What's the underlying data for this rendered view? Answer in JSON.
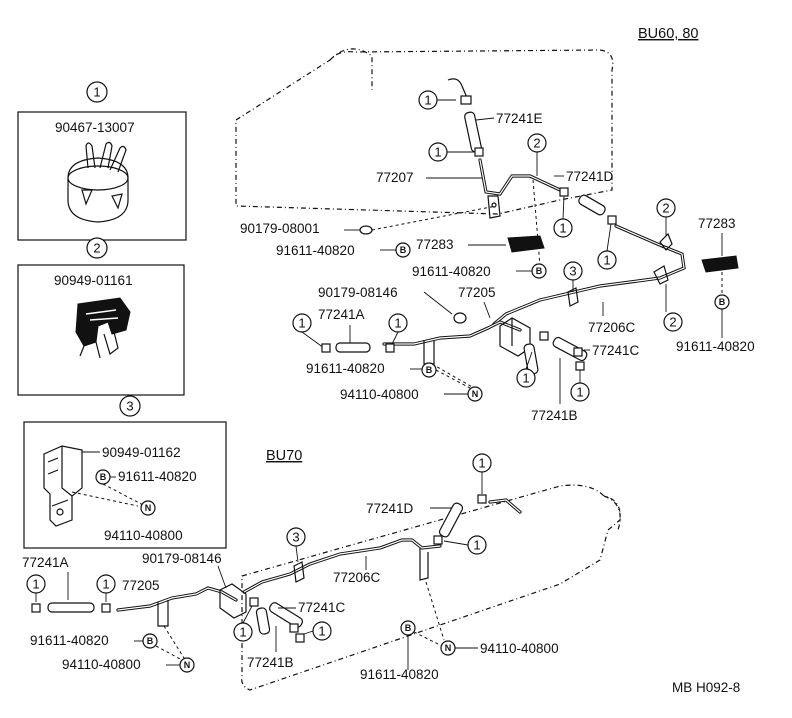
{
  "sections": {
    "upper": "BU60, 80",
    "lower": "BU70"
  },
  "legend": {
    "1": {
      "marker": "1",
      "part": "90467-13007"
    },
    "2": {
      "marker": "2",
      "part": "90949-01161"
    },
    "3": {
      "marker": "3",
      "part": "90949-01162",
      "bolt": "91611-40820",
      "nut": "94110-40800",
      "bolt_sym": "B",
      "nut_sym": "N"
    }
  },
  "upper_parts": {
    "p77241E": "77241E",
    "p77207": "77207",
    "p77241D": "77241D",
    "p90179_08001": "90179-08001",
    "p91611_a": "91611-40820",
    "p77283_a": "77283",
    "p91611_b": "91611-40820",
    "p77283_b": "77283",
    "p90179_08146": "90179-08146",
    "p77205": "77205",
    "p77241A": "77241A",
    "p77206C": "77206C",
    "p77241C": "77241C",
    "p91611_c": "91611-40820",
    "p91611_d": "91611-40820",
    "p94110": "94110-40800",
    "p77241B": "77241B"
  },
  "lower_parts": {
    "p77241D": "77241D",
    "p77241A": "77241A",
    "p90179_08146": "90179-08146",
    "p77205": "77205",
    "p77206C": "77206C",
    "p77241C": "77241C",
    "p91611_a": "91611-40820",
    "p94110_a": "94110-40800",
    "p94110_b": "94110-40800",
    "p91611_b": "91611-40820",
    "p77241B": "77241B"
  },
  "markers": {
    "one": "1",
    "two": "2",
    "three": "3",
    "bolt": "B",
    "nut": "N"
  },
  "footer_code": "MB H092-8"
}
